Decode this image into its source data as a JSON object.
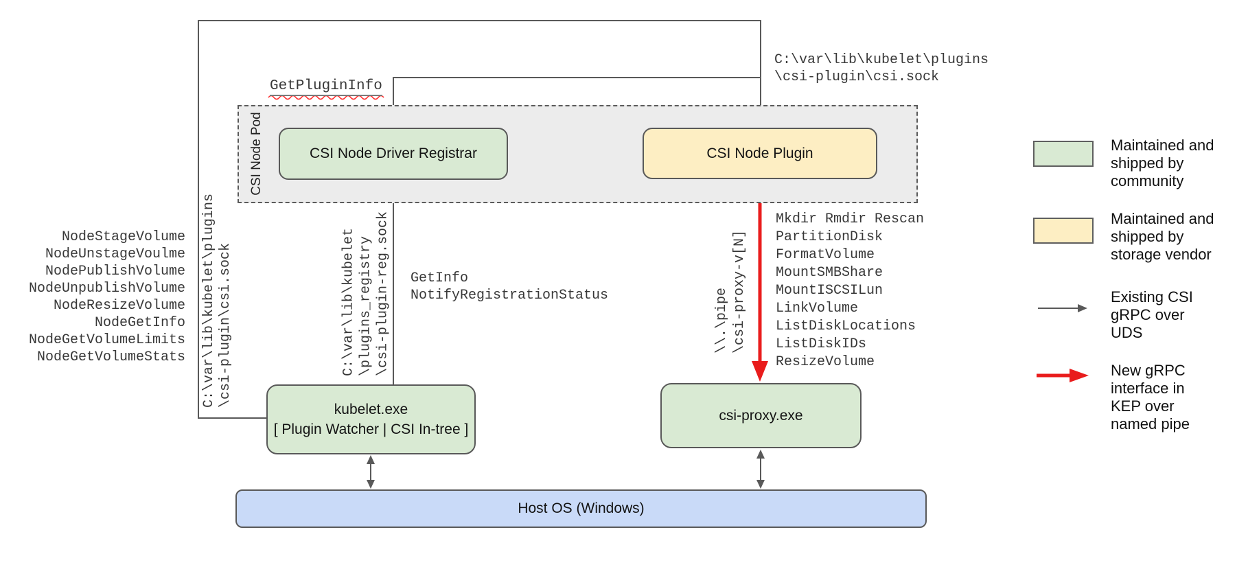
{
  "diagram": {
    "pod": {
      "label": "CSI Node Pod"
    },
    "boxes": {
      "registrar": "CSI Node Driver Registrar",
      "plugin": "CSI Node Plugin",
      "kubelet": [
        "kubelet.exe",
        "[ Plugin Watcher | CSI In-tree ]"
      ],
      "csi_proxy": "csi-proxy.exe",
      "host_os": "Host OS (Windows)"
    },
    "labels": {
      "get_plugin_info": "GetPluginInfo",
      "csi_sock_path_top": [
        "C:\\var\\lib\\kubelet\\plugins",
        "\\csi-plugin\\csi.sock"
      ],
      "csi_sock_path_rotated": [
        "C:\\var\\lib\\kubelet\\plugins",
        "\\csi-plugin\\csi.sock"
      ],
      "reg_sock_path_rotated": [
        "C:\\var\\lib\\kubelet",
        "\\plugins_registry",
        "\\csi-plugin-reg.sock"
      ],
      "named_pipe_rotated": [
        "\\\\.\\pipe",
        "\\csi-proxy-v[N]"
      ],
      "registration_calls": [
        "GetInfo",
        "NotifyRegistrationStatus"
      ]
    },
    "node_methods": [
      "NodeStageVolume",
      "NodeUnstageVoulme",
      "NodePublishVolume",
      "NodeUnpublishVolume",
      "NodeResizeVolume",
      "NodeGetInfo",
      "NodeGetVolumeLimits",
      "NodeGetVolumeStats"
    ],
    "proxy_methods": [
      "Mkdir Rmdir Rescan",
      "PartitionDisk",
      "FormatVolume",
      "MountSMBShare",
      "MountISCSILun",
      "LinkVolume",
      "ListDiskLocations",
      "ListDiskIDs",
      "ResizeVolume"
    ]
  },
  "legend": {
    "community": [
      "Maintained and",
      "shipped by",
      "community"
    ],
    "vendor": [
      "Maintained and",
      "shipped by",
      "storage vendor"
    ],
    "uds": [
      "Existing CSI",
      "gRPC over",
      "UDS"
    ],
    "named_pipe": [
      "New gRPC",
      "interface in",
      "KEP over",
      "named pipe"
    ]
  },
  "colors": {
    "community_green": "#d9ead3",
    "vendor_yellow": "#fdeec3",
    "host_blue": "#c9daf8",
    "line_gray": "#595959",
    "new_interface_red": "#e91c1c",
    "squiggle_red": "#ff2d2d"
  }
}
